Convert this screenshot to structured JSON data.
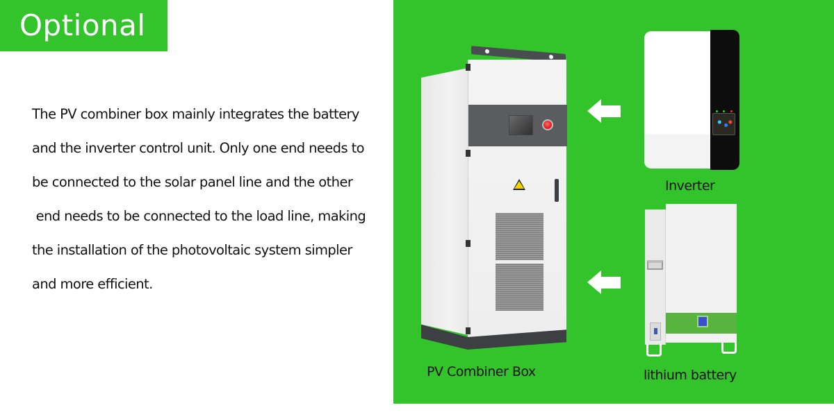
{
  "header": {
    "badge_label": "Optional",
    "badge_color": "#33c32b"
  },
  "description": {
    "lines": [
      "The PV combiner box mainly integrates the battery",
      "and the inverter control unit. Only one end needs to",
      "be connected to the solar panel line and the other",
      " end needs to be connected to the load line, making",
      "the installation of the photovoltaic system simpler",
      "and more efficient."
    ]
  },
  "diagram": {
    "background_color": "#33c32b",
    "products": {
      "combiner_box": {
        "caption": "PV Combiner Box"
      },
      "inverter": {
        "caption": "Inverter"
      },
      "battery": {
        "caption": "lithium battery"
      }
    },
    "arrows": [
      {
        "from": "inverter",
        "to": "combiner_box",
        "icon": "arrow-left-icon"
      },
      {
        "from": "battery",
        "to": "combiner_box",
        "icon": "arrow-left-icon"
      }
    ]
  }
}
